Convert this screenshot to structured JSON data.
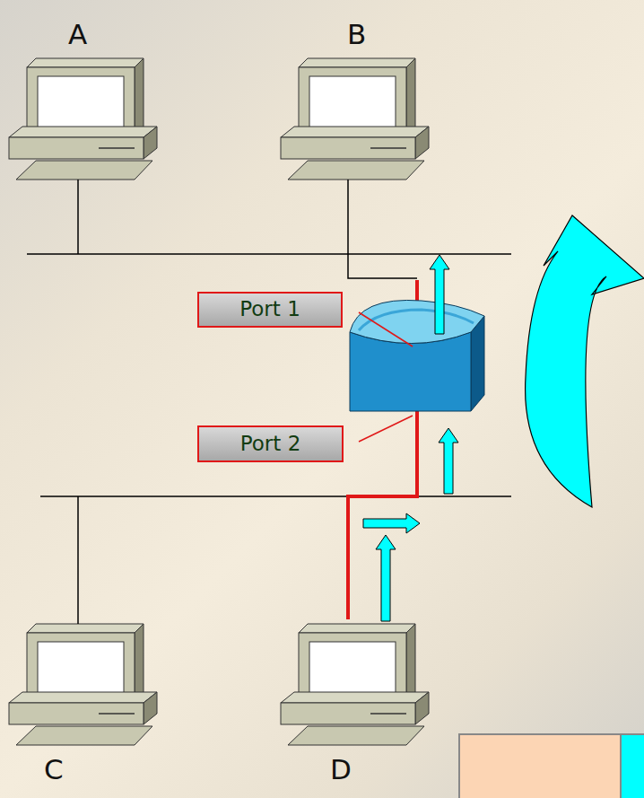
{
  "diagram": {
    "nodes": [
      {
        "text": [
          "Port 1"
        ]
      },
      {
        "text": [
          "Port 2"
        ]
      }
    ],
    "labels": [
      "A",
      "B",
      "C",
      "D"
    ]
  }
}
